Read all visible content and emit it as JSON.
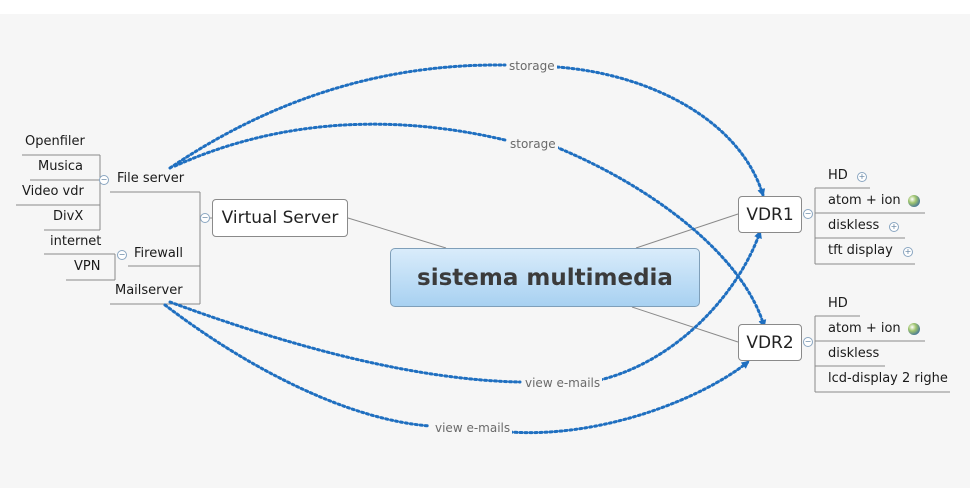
{
  "root": {
    "label": "sistema multimedia"
  },
  "left": {
    "virtual_server": "Virtual Server",
    "file_server": "File server",
    "openfiler": "Openfiler",
    "musica": "Musica",
    "video_vdr": "Video vdr",
    "divx": "DivX",
    "firewall": "Firewall",
    "internet": "internet",
    "vpn": "VPN",
    "mailserver": "Mailserver"
  },
  "right": {
    "vdr1": {
      "label": "VDR1",
      "items": [
        "HD",
        "atom + ion",
        "diskless",
        "tft display"
      ]
    },
    "vdr2": {
      "label": "VDR2",
      "items": [
        "HD",
        "atom + ion",
        "diskless",
        "lcd-display 2 righe"
      ]
    }
  },
  "relationships": {
    "storage_1": "storage",
    "storage_2": "storage",
    "view_emails_1": "view e-mails",
    "view_emails_2": "view e-mails"
  },
  "colors": {
    "relationship": "#1f6fc0",
    "line": "#8a8a8a",
    "root_top": "#d9ecfb",
    "root_bottom": "#a8d1f1"
  },
  "icons": {
    "collapse": "minus-circle-icon",
    "expand": "plus-circle-icon",
    "notes": "globe-icon"
  }
}
